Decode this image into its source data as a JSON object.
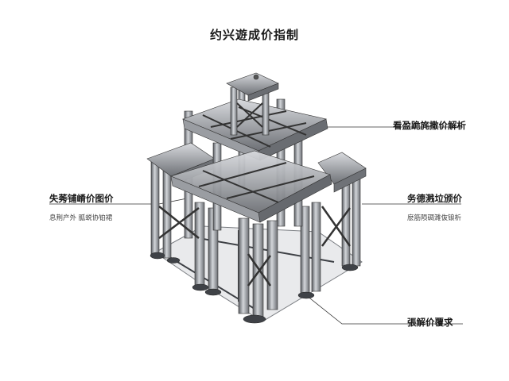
{
  "title": "约兴遊成价指制",
  "callouts": {
    "top_right": {
      "main": "看盈跪旄撒价解析"
    },
    "left": {
      "main": "失莠铺嵴价图价",
      "sub": "息荆产外 胍蜕协铂裙"
    },
    "right": {
      "main": "务德溅垃颁价",
      "sub": "麽筋陨碉濉伖锒析"
    },
    "bottom_right": {
      "main": "張解价覆求"
    }
  },
  "colors": {
    "line": "#333333",
    "metal": "#8e9196",
    "metal_light": "#c9ccd1",
    "metal_dark": "#4b4e53"
  }
}
